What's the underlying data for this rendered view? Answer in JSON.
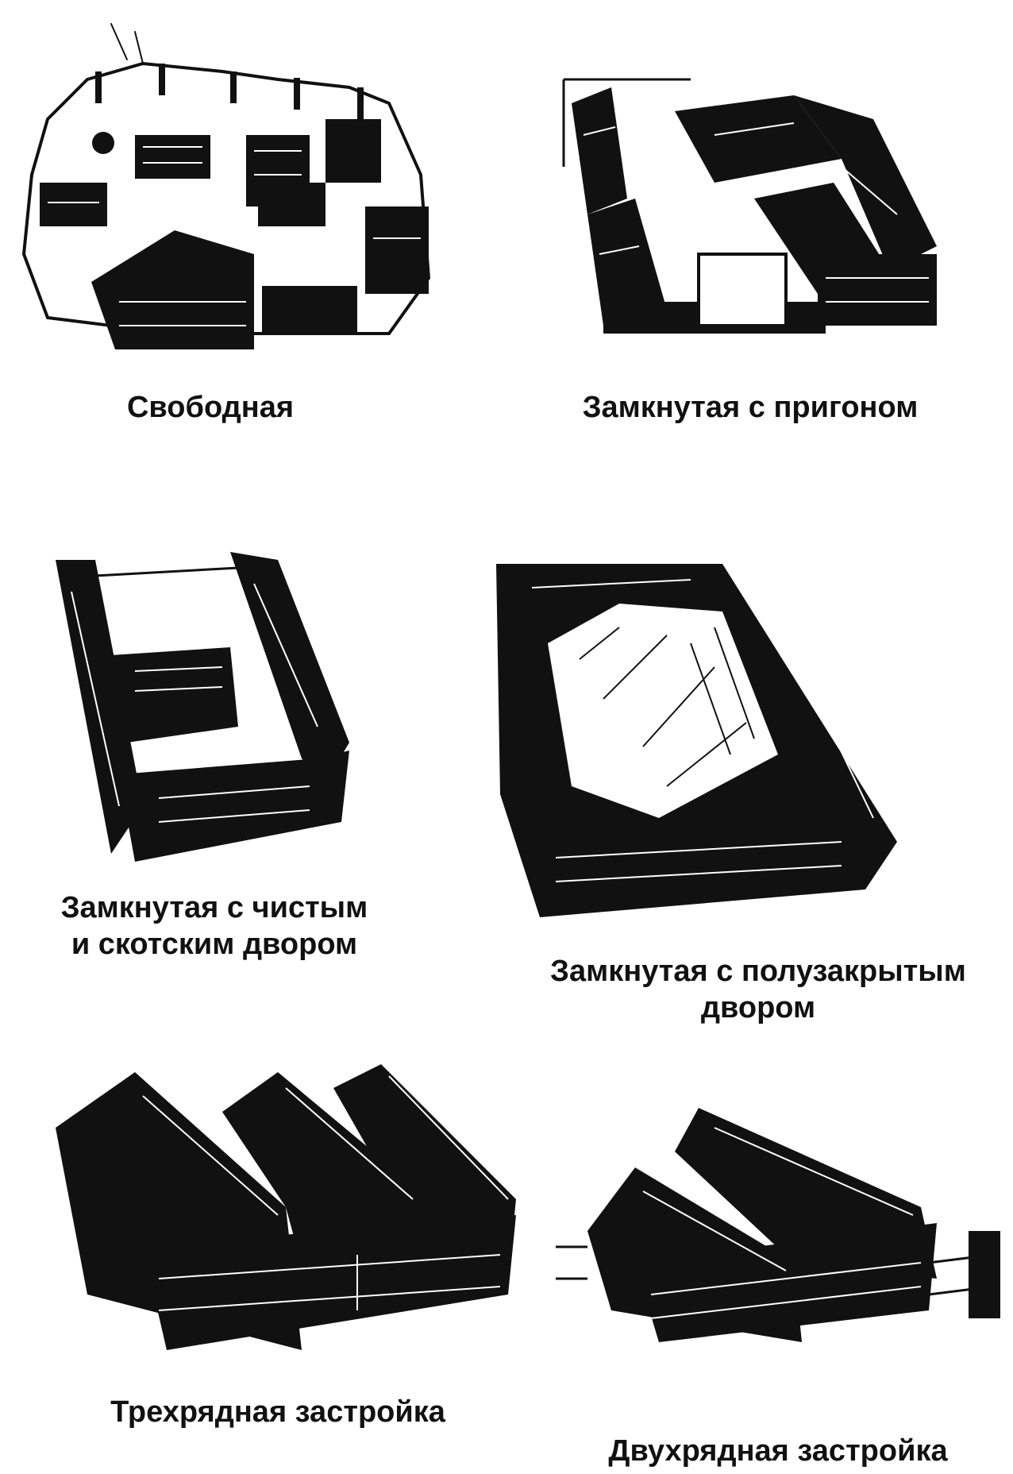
{
  "figures": [
    {
      "id": "free",
      "label": "Свободная"
    },
    {
      "id": "closed-pen",
      "label": "Замкнутая с пригоном"
    },
    {
      "id": "closed-clean-cattle",
      "label_line1": "Замкнутая с чистым",
      "label_line2": "и скотским двором"
    },
    {
      "id": "closed-semi",
      "label_line1": "Замкнутая с полузакрытым",
      "label_line2": "двором"
    },
    {
      "id": "three-row",
      "label": "Трехрядная застройка"
    },
    {
      "id": "two-row",
      "label": "Двухрядная застройка"
    }
  ],
  "colors": {
    "ink": "#111111",
    "paper": "#ffffff"
  }
}
